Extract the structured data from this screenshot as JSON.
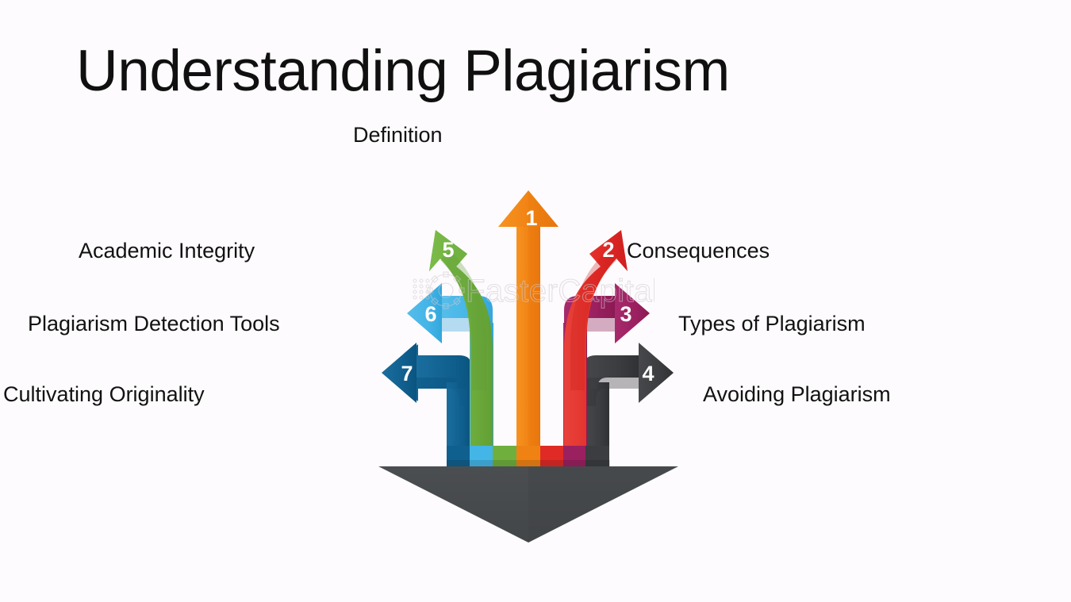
{
  "page": {
    "title": "Understanding Plagiarism",
    "background_color": "#fdfbfd",
    "text_color": "#121212"
  },
  "watermark": {
    "text": "FasterCapital",
    "icon": "gear-icon",
    "color": "#cfc9cf"
  },
  "diagram": {
    "type": "branching-arrow-infographic",
    "description": "A large dark gray downward arrow at the base splits into seven numbered colored arrows pointing up, left and right, each labeled with a plagiarism topic.",
    "base_arrow": {
      "name": "funnel-arrow",
      "direction": "down",
      "color": "#474a4c"
    },
    "branches": [
      {
        "number": "1",
        "label": "Definition",
        "color": "#f08213",
        "direction": "up",
        "side": "top",
        "column": 4
      },
      {
        "number": "2",
        "label": "Consequences",
        "color": "#e02a26",
        "direction": "up-right",
        "side": "right",
        "column": 5
      },
      {
        "number": "3",
        "label": "Types of Plagiarism",
        "color": "#9b2060",
        "direction": "right",
        "side": "right",
        "column": 6
      },
      {
        "number": "4",
        "label": "Avoiding Plagiarism",
        "color": "#3b3d40",
        "direction": "right",
        "side": "right",
        "column": 7
      },
      {
        "number": "5",
        "label": "Academic Integrity",
        "color": "#6faf3e",
        "direction": "up-left",
        "side": "left",
        "column": 3
      },
      {
        "number": "6",
        "label": "Plagiarism Detection Tools",
        "color": "#44b5e7",
        "direction": "left",
        "side": "left",
        "column": 2
      },
      {
        "number": "7",
        "label": "Cultivating Originality",
        "color": "#10608f",
        "direction": "left",
        "side": "left",
        "column": 1
      }
    ],
    "column_colors": [
      "#10608f",
      "#44b5e7",
      "#6faf3e",
      "#f08213",
      "#e02a26",
      "#9b2060",
      "#3b3d40"
    ]
  }
}
